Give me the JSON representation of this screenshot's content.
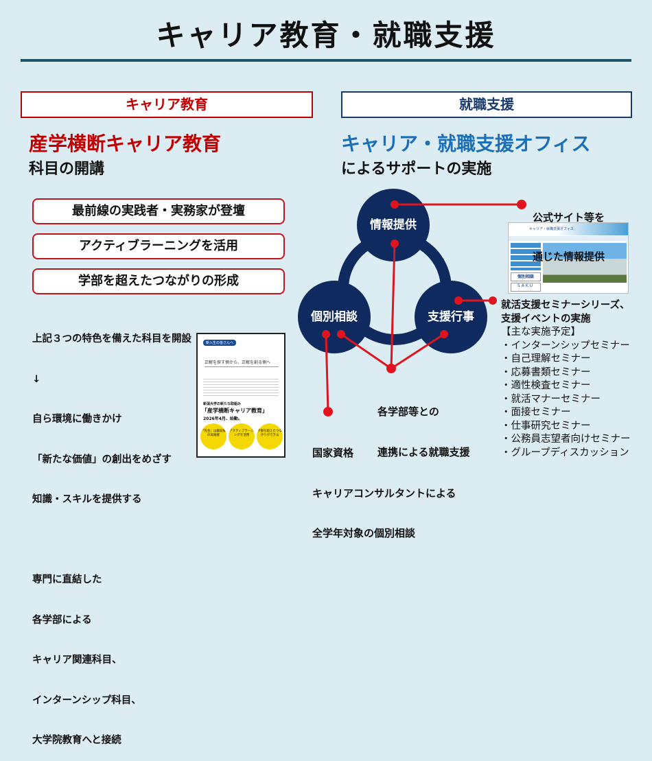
{
  "title": "キャリア教育・就職支援",
  "left": {
    "header": "キャリア教育",
    "headline": "産学横断キャリア教育",
    "subline": "科目の開講",
    "features": [
      "最前線の実践者・実務家が登壇",
      "アクティブラーニングを活用",
      "学部を超えたつながりの形成"
    ],
    "description": [
      "上記３つの特色を備えた科目を開設",
      "↓",
      "自ら環境に働きかけ",
      "「新たな価値」の創出をめざす",
      "知識・スキルを提供する",
      "",
      "専門に直結した",
      "各学部による",
      "キャリア関連科目、",
      "インターンシップ科目、",
      "大学院教育へと接続"
    ],
    "brochure": {
      "tag": "新入生の皆さんへ",
      "catch": "正解を探す側から、正解を創る側へ",
      "lead": "新潟大学の新たな取組み",
      "name": "「産学横断キャリア教育」",
      "date": "2026年4月、始動。",
      "bubbles": [
        "「先生」は最前線の実践者",
        "アクティブラーニングを活用",
        "学部を超えたつながりができる"
      ]
    }
  },
  "right": {
    "header": "就職支援",
    "headline": "キャリア・就職支援オフィス",
    "subline": "によるサポートの実施",
    "circles": {
      "top": "情報提供",
      "left": "個別相談",
      "right": "支援行事"
    },
    "callouts": {
      "info": [
        "公式サイト等を",
        "通じた情報提供"
      ],
      "faculty": [
        "各学部等との",
        "連携による就職支援"
      ],
      "consult": [
        "国家資格",
        "キャリアコンサルタントによる",
        "全学年対象の個別相談"
      ]
    },
    "website": {
      "office": "キャリア・就職支援オフィス",
      "banner": "個別相談",
      "saku": "SAKU"
    },
    "events": {
      "title": [
        "就活支援セミナーシリーズ、",
        "支援イベントの実施"
      ],
      "planned": "【主な実施予定】",
      "items": [
        "・インターンシップセミナー",
        "・自己理解セミナー",
        "・応募書類セミナー",
        "・適性検査セミナー",
        "・就活マナーセミナー",
        "・面接セミナー",
        "・仕事研究セミナー",
        "・公務員志望者向けセミナー",
        "・グループディスカッション"
      ]
    }
  },
  "colors": {
    "background": "#dcecf3",
    "red": "#c00000",
    "navy": "#0f2a5e",
    "blue": "#1a6fb8",
    "rule": "#1e5468",
    "connector": "#e0141e"
  }
}
